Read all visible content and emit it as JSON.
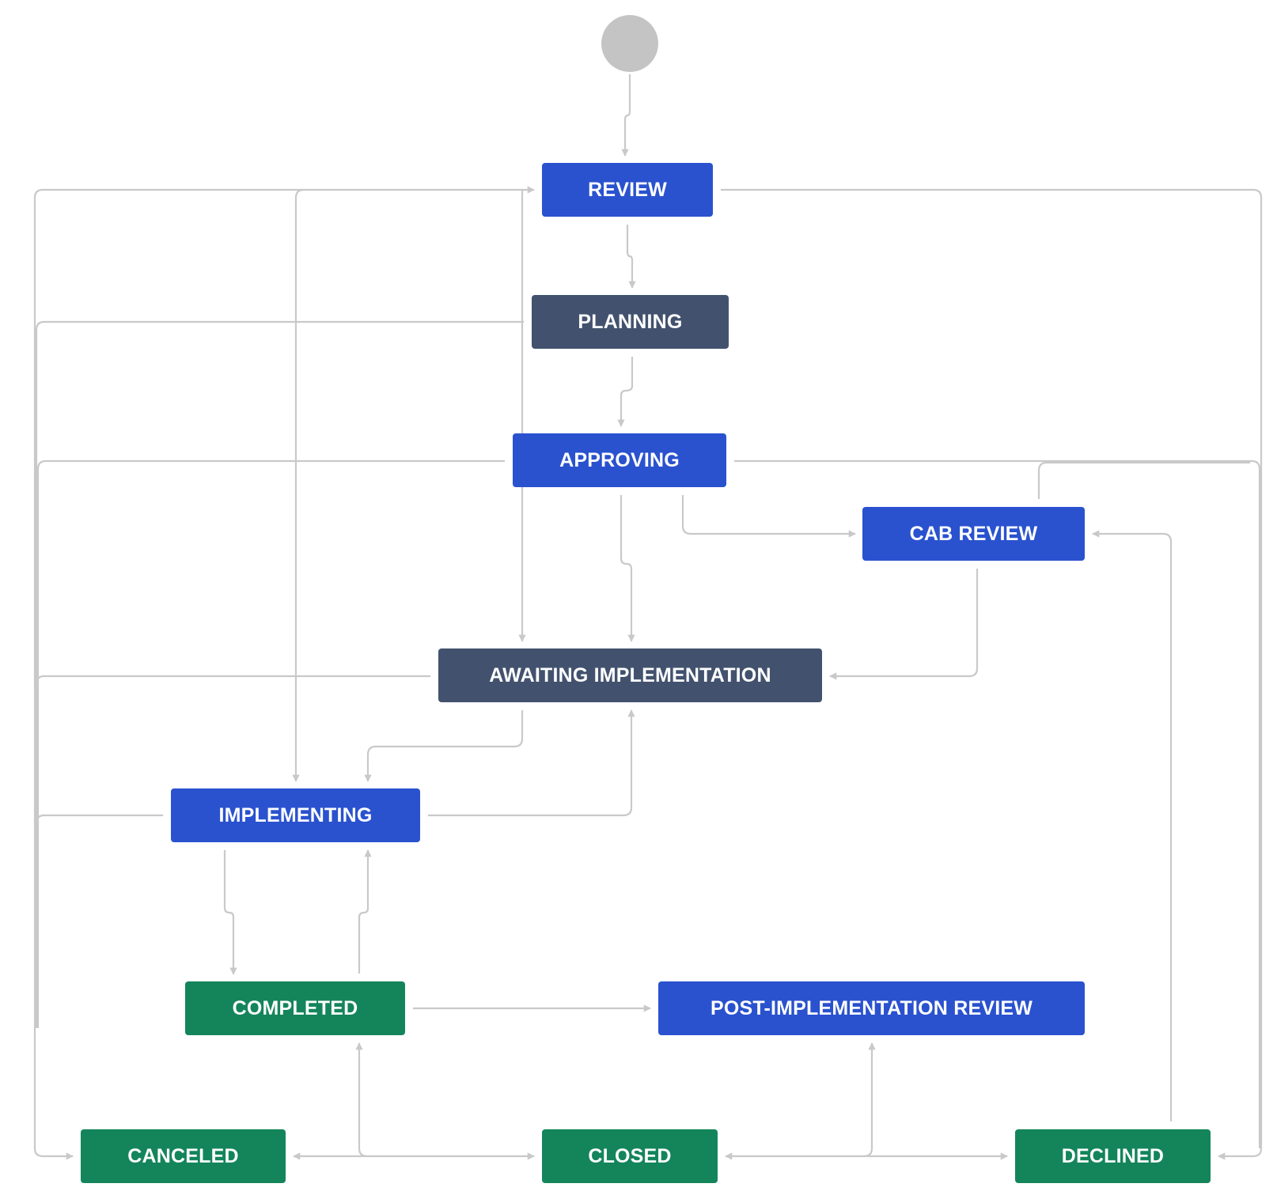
{
  "workflow": {
    "start": {
      "label": ""
    },
    "statuses": {
      "review": {
        "label": "REVIEW",
        "category": "in-progress"
      },
      "planning": {
        "label": "PLANNING",
        "category": "to-do"
      },
      "approving": {
        "label": "APPROVING",
        "category": "in-progress"
      },
      "cab_review": {
        "label": "CAB REVIEW",
        "category": "in-progress"
      },
      "awaiting_implementation": {
        "label": "AWAITING IMPLEMENTATION",
        "category": "to-do"
      },
      "implementing": {
        "label": "IMPLEMENTING",
        "category": "in-progress"
      },
      "completed": {
        "label": "COMPLETED",
        "category": "done"
      },
      "post_implementation_review": {
        "label": "POST-IMPLEMENTATION REVIEW",
        "category": "in-progress"
      },
      "canceled": {
        "label": "CANCELED",
        "category": "done"
      },
      "closed": {
        "label": "CLOSED",
        "category": "done"
      },
      "declined": {
        "label": "DECLINED",
        "category": "done"
      }
    },
    "transitions": [
      {
        "from": "start",
        "to": "review"
      },
      {
        "from": "review",
        "to": "planning"
      },
      {
        "from": "review",
        "to": "declined"
      },
      {
        "from": "planning",
        "to": "approving"
      },
      {
        "from": "planning",
        "to": "canceled"
      },
      {
        "from": "approving",
        "to": "awaiting_implementation"
      },
      {
        "from": "approving",
        "to": "cab_review"
      },
      {
        "from": "approving",
        "to": "canceled"
      },
      {
        "from": "approving",
        "to": "declined"
      },
      {
        "from": "cab_review",
        "to": "awaiting_implementation"
      },
      {
        "from": "cab_review",
        "to": "declined"
      },
      {
        "from": "awaiting_implementation",
        "to": "implementing"
      },
      {
        "from": "awaiting_implementation",
        "to": "canceled"
      },
      {
        "from": "implementing",
        "to": "awaiting_implementation"
      },
      {
        "from": "implementing",
        "to": "completed"
      },
      {
        "from": "implementing",
        "to": "canceled"
      },
      {
        "from": "completed",
        "to": "implementing"
      },
      {
        "from": "completed",
        "to": "post_implementation_review"
      },
      {
        "from": "closed",
        "to": "canceled"
      },
      {
        "from": "closed",
        "to": "completed"
      },
      {
        "from": "closed",
        "to": "post_implementation_review"
      },
      {
        "from": "closed",
        "to": "declined"
      },
      {
        "from": "declined",
        "to": "cab_review"
      },
      {
        "from": "canceled",
        "to": "review"
      }
    ]
  },
  "colors": {
    "in-progress": "#2a52cf",
    "to-do": "#42526e",
    "done": "#14855a",
    "start": "#c4c4c4",
    "edge": "#c9c9c9"
  }
}
